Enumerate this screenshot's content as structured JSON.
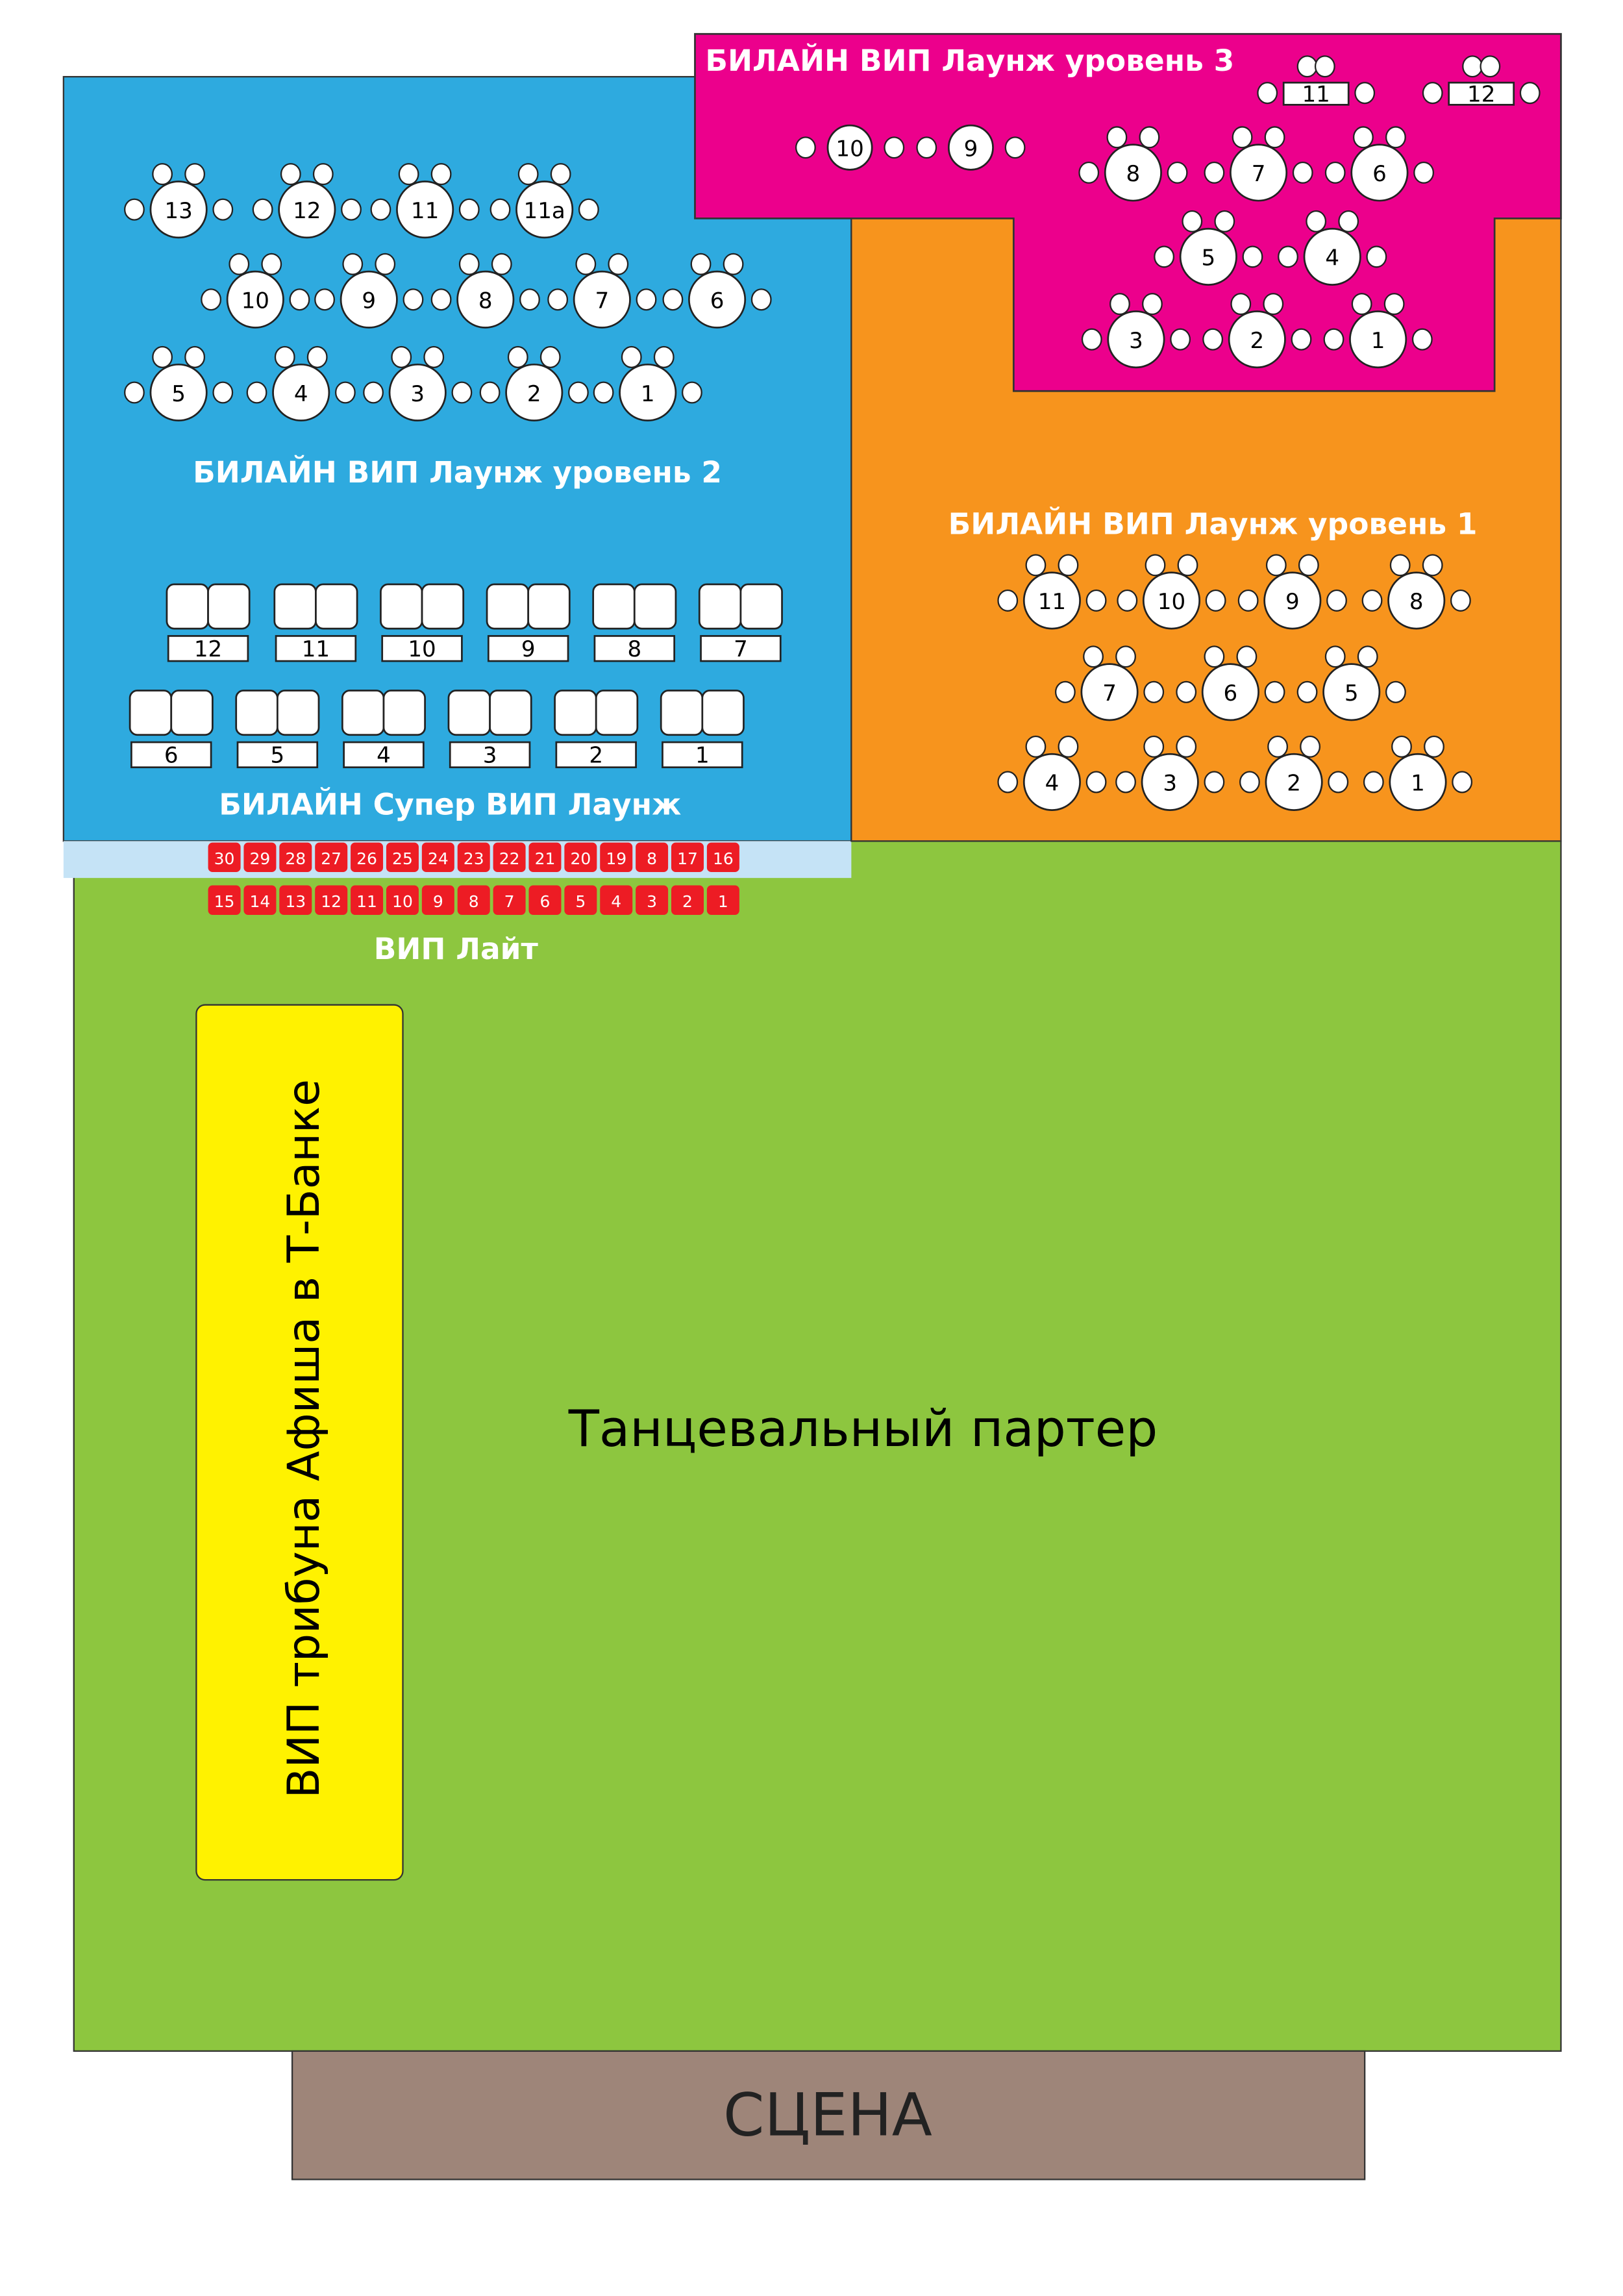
{
  "colors": {
    "level2": "#2eaadf",
    "level3": "#ec008c",
    "level1": "#f7941d",
    "dancefloor": "#8dc63f",
    "vip_tribune": "#fff200",
    "stage": "#9e8579",
    "vip_lite_strip": "#c5e3f6",
    "seat_red": "#ed1c24"
  },
  "zones": {
    "level3": {
      "title": "БИЛАЙН ВИП Лаунж уровень 3",
      "round_tables": [
        "10",
        "9",
        "8",
        "7",
        "6",
        "5",
        "4",
        "3",
        "2",
        "1"
      ],
      "rect_tables": [
        "11",
        "12"
      ]
    },
    "level2": {
      "title": "БИЛАЙН ВИП Лаунж уровень 2",
      "round_tables": [
        "13",
        "12",
        "11",
        "11a",
        "10",
        "9",
        "8",
        "7",
        "6",
        "5",
        "4",
        "3",
        "2",
        "1"
      ]
    },
    "level1": {
      "title": "БИЛАЙН ВИП Лаунж уровень 1",
      "round_tables": [
        "11",
        "10",
        "9",
        "8",
        "7",
        "6",
        "5",
        "4",
        "3",
        "2",
        "1"
      ]
    },
    "super_vip": {
      "title": "БИЛАЙН Супер ВИП Лаунж",
      "sofas": [
        "12",
        "11",
        "10",
        "9",
        "8",
        "7",
        "6",
        "5",
        "4",
        "3",
        "2",
        "1"
      ]
    },
    "vip_lite": {
      "title": "ВИП Лайт",
      "row_top": [
        "30",
        "29",
        "28",
        "27",
        "26",
        "25",
        "24",
        "23",
        "22",
        "21",
        "20",
        "19",
        "8",
        "17",
        "16"
      ],
      "row_bottom": [
        "15",
        "14",
        "13",
        "12",
        "11",
        "10",
        "9",
        "8",
        "7",
        "6",
        "5",
        "4",
        "3",
        "2",
        "1"
      ]
    },
    "vip_tribune": {
      "title": "ВИП трибуна Афиша в Т-Банке"
    },
    "dancefloor": {
      "title": "Танцевальный партер"
    },
    "stage": {
      "title": "СЦЕНА"
    }
  }
}
